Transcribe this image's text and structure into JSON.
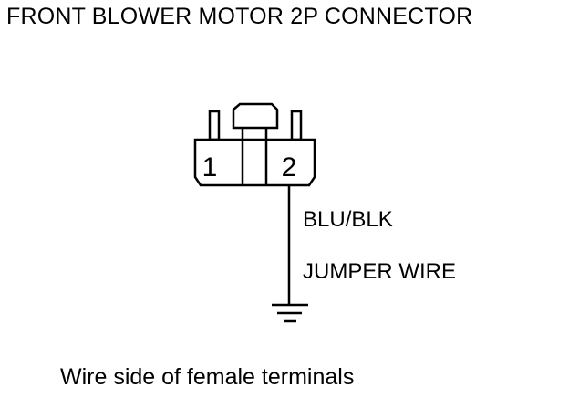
{
  "title": "FRONT BLOWER MOTOR 2P CONNECTOR",
  "connector": {
    "terminals": [
      "1",
      "2"
    ]
  },
  "wire": {
    "color_label": "BLU/BLK",
    "jumper_label": "JUMPER WIRE"
  },
  "caption": "Wire side of female terminals"
}
